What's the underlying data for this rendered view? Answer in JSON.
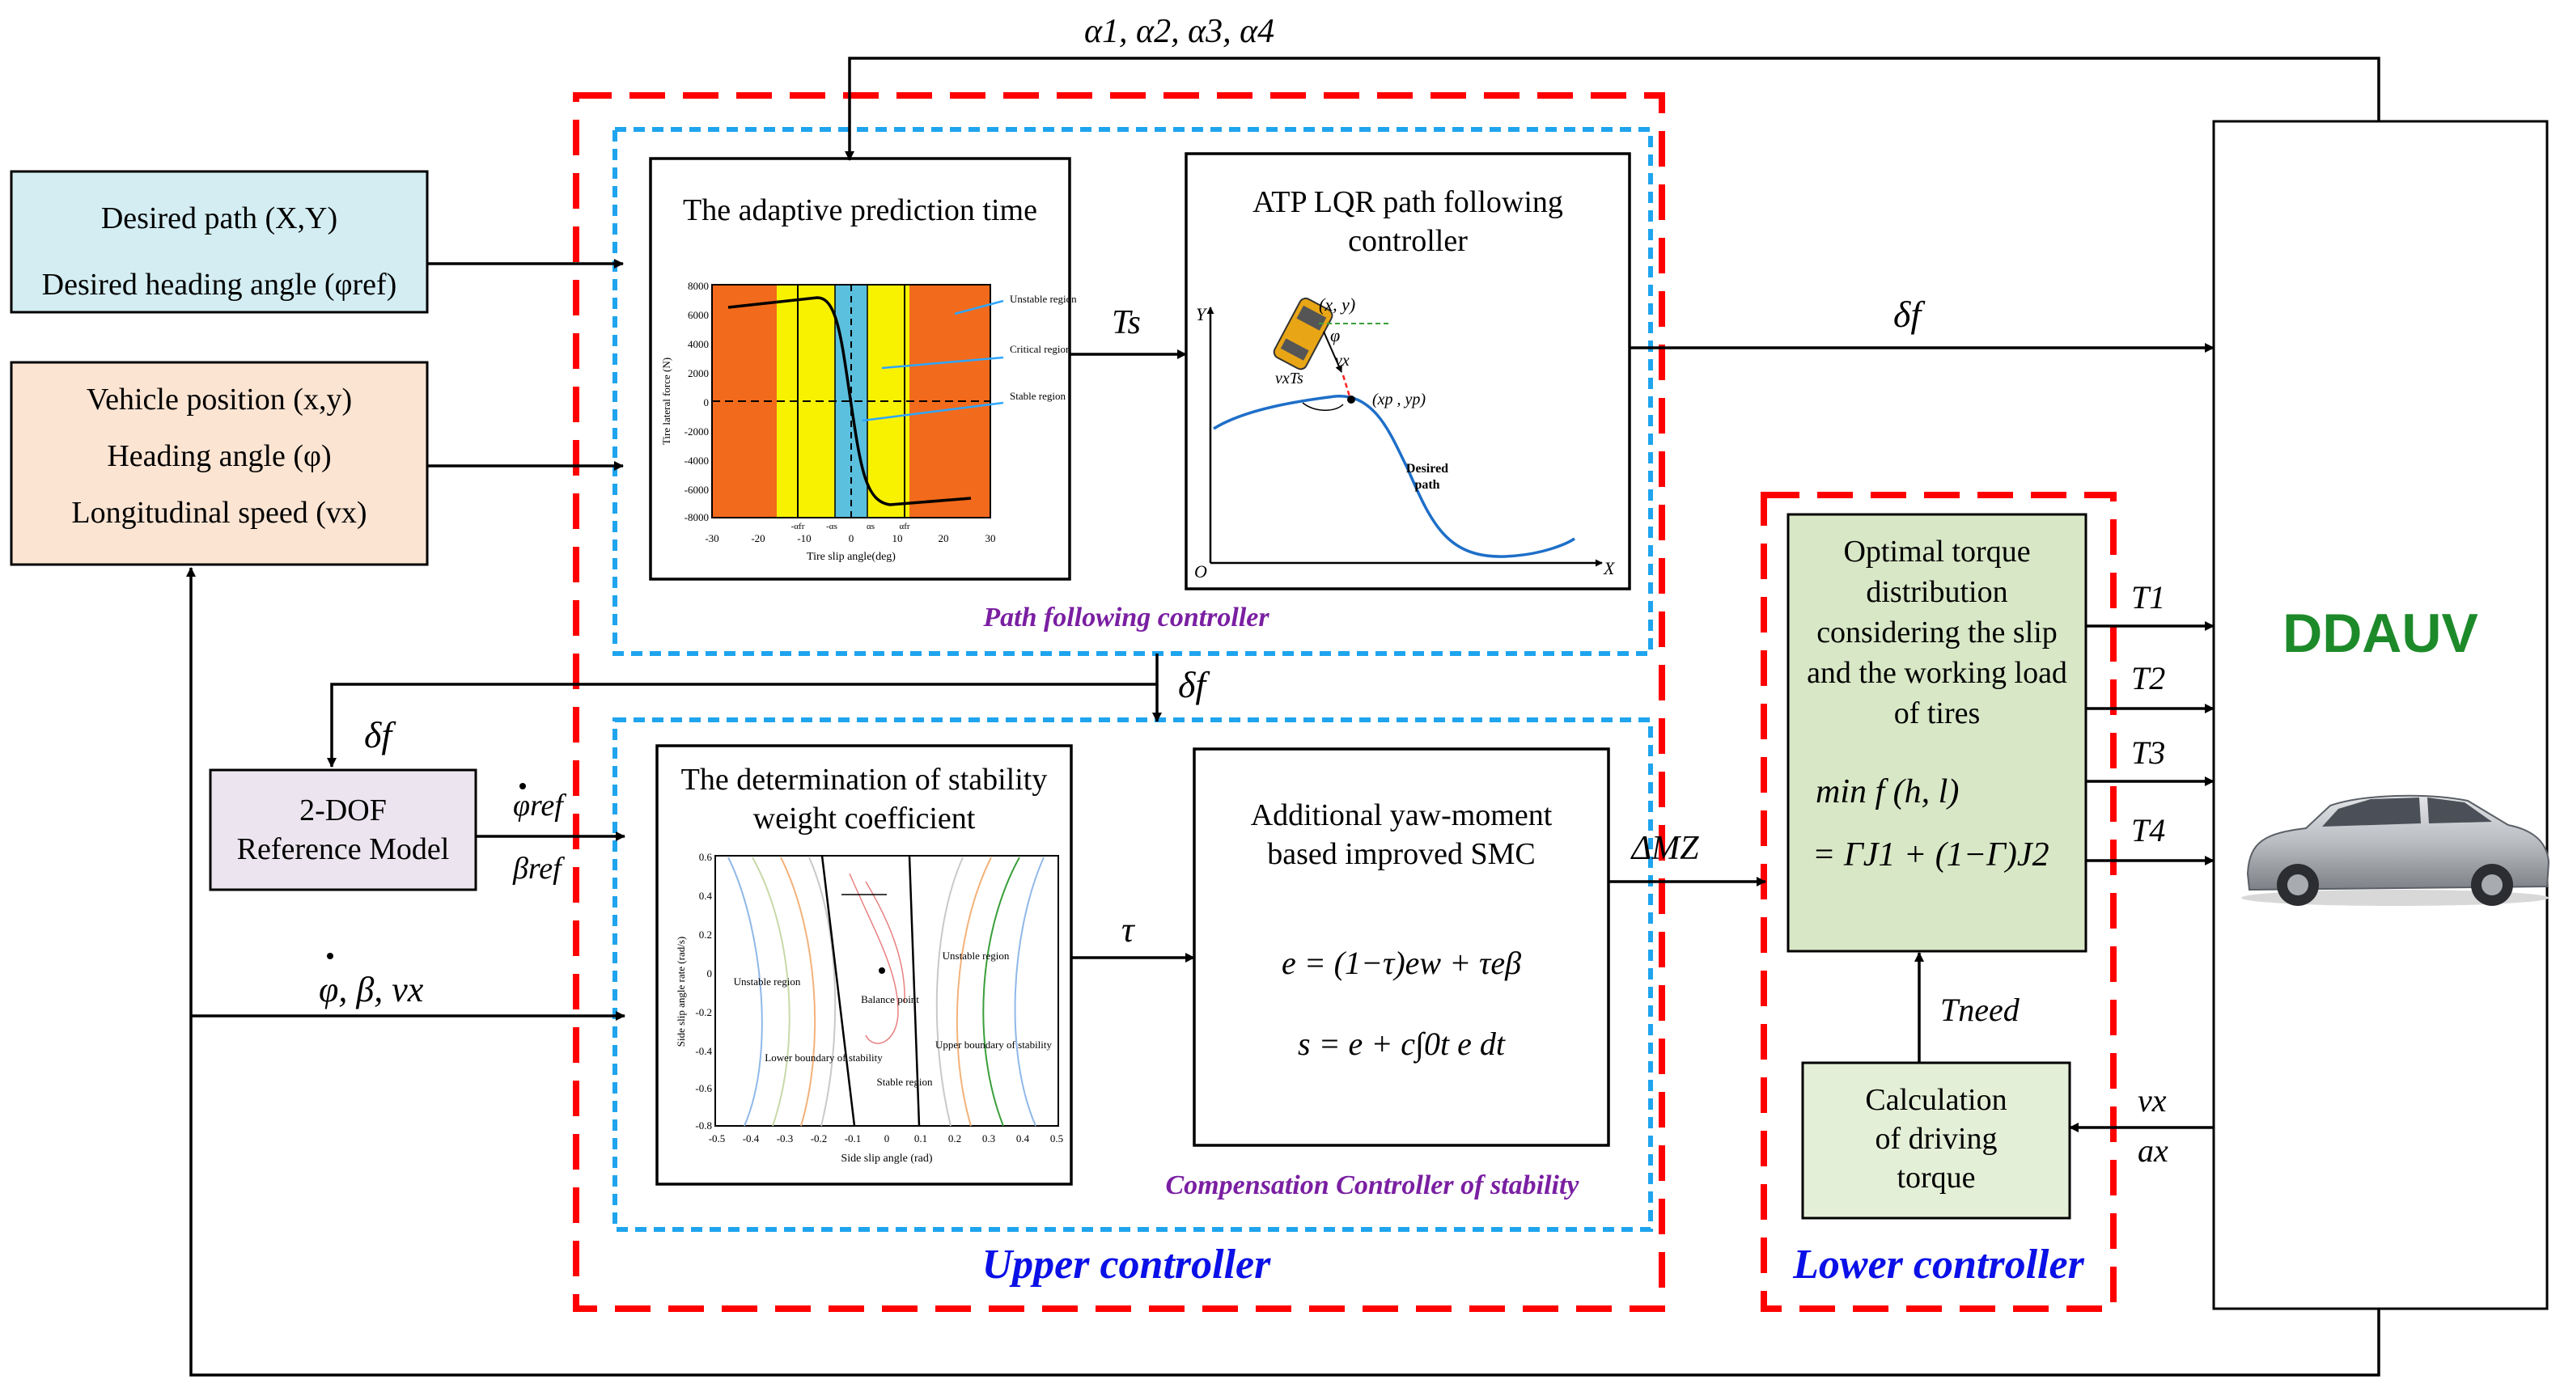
{
  "inputs": {
    "desired_path": "Desired path (X,Y)",
    "desired_heading": "Desired heading angle (φref)",
    "vehicle_position": "Vehicle position  (x,y)",
    "heading_angle": "Heading angle (φ)",
    "longitudinal_speed": "Longitudinal speed (vx)"
  },
  "signals": {
    "alphas": "α1, α2, α3, α4",
    "Ts": "Ts",
    "delta_f": "δf",
    "delta_f_mid": "δf",
    "delta_f_ref": "δf",
    "phi_dot_ref": "φref",
    "beta_ref": "βref",
    "feedback_states": "φ, β, vx",
    "tau": "τ",
    "delta_Mz": "ΔMZ",
    "T1": "T1",
    "T2": "T2",
    "T3": "T3",
    "T4": "T4",
    "T_need": "Tneed",
    "vx": "vx",
    "ax": "ax"
  },
  "blocks": {
    "adaptive_prediction": {
      "title": "The adaptive prediction time",
      "xaxis_label": "Tire slip angle(deg)",
      "yaxis_label": "Tire lateral force (N)",
      "x_ticks": [
        "-30",
        "-20",
        "-10",
        "0",
        "10",
        "20",
        "30"
      ],
      "y_ticks": [
        "8000",
        "6000",
        "4000",
        "2000",
        "0",
        "-2000",
        "-4000",
        "-6000",
        "-8000"
      ],
      "alpha_ticks": [
        "-αfr",
        "-αs",
        "αs",
        "αfr"
      ],
      "regions": [
        "Unstable region",
        "Critical region",
        "Stable region"
      ]
    },
    "atp_lqr": {
      "title_line1": "ATP LQR path following",
      "title_line2": "controller",
      "y_axis": "Y",
      "x_axis": "X",
      "origin": "O",
      "point_xy": "(x, y)",
      "point_p": "(xp , yp)",
      "phi": "φ",
      "vx": "vx",
      "vxTs": "vxTs",
      "desired_path_line1": "Desired",
      "desired_path_line2": "path"
    },
    "path_following_label": "Path following controller",
    "reference_model": {
      "line1": "2-DOF",
      "line2": "Reference Model"
    },
    "stability_weight": {
      "title_line1": "The determination of stability",
      "title_line2": "weight coefficient",
      "xaxis_label": "Side slip angle (rad)",
      "yaxis_label": "Side slip angle rate (rad/s)",
      "x_ticks": [
        "-0.5",
        "-0.4",
        "-0.3",
        "-0.2",
        "-0.1",
        "0",
        "0.1",
        "0.2",
        "0.3",
        "0.4",
        "0.5"
      ],
      "y_ticks": [
        "0.6",
        "0.4",
        "0.2",
        "0",
        "-0.2",
        "-0.4",
        "-0.6",
        "-0.8"
      ],
      "labels": [
        "Unstable region",
        "Unstable region",
        "Balance point",
        "Lower boundary of stability",
        "Stable region",
        "Upper boundary of stability"
      ]
    },
    "smc": {
      "title_line1": "Additional yaw-moment",
      "title_line2": "based improved SMC",
      "eq1": "e = (1−τ)ew + τeβ",
      "eq2": "s = e + c∫0t e dt"
    },
    "compensation_label": "Compensation Controller of stability",
    "upper_controller": "Upper controller",
    "optimal_torque": {
      "lines": [
        "Optimal torque",
        "distribution",
        "considering the slip",
        "and the working load",
        "of tires"
      ],
      "eq1": "min f (h, l)",
      "eq2": "= ΓJ1 + (1−Γ)J2"
    },
    "driving_torque": {
      "lines": [
        "Calculation",
        "of driving",
        "torque"
      ]
    },
    "lower_controller": "Lower controller",
    "vehicle": "DDAUV"
  },
  "colors": {
    "input_blue": "#d3edf2",
    "input_peach": "#fbe4d2",
    "model_lilac": "#ece5ef",
    "torque_green": "#d8e7c6",
    "red_dash": "#ff0000",
    "blue_dash": "#1fa4ee",
    "orange_region": "#f26a1b",
    "yellow_region": "#f8f200",
    "cyan_region": "#5bc0de",
    "ddauv_green": "#1d8a2a"
  }
}
